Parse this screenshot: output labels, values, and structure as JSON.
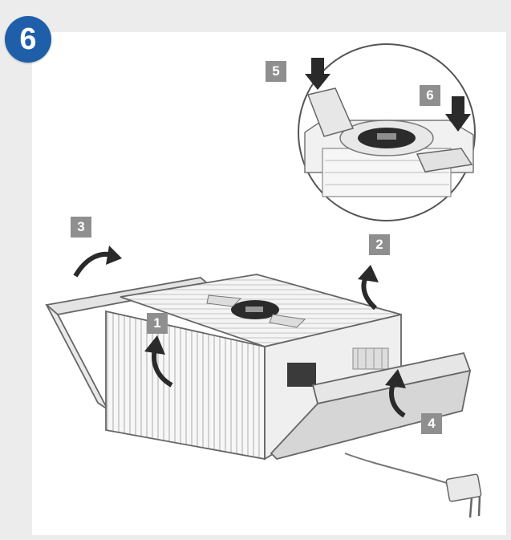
{
  "step_number": "6",
  "labels": {
    "l1": "1",
    "l2": "2",
    "l3": "3",
    "l4": "4",
    "l5": "5",
    "l6": "6"
  },
  "colors": {
    "badge": "#1f5ea8",
    "label_box": "#8f8f8f",
    "line": "#6f6f6f",
    "arrow": "#2a2a2a"
  }
}
